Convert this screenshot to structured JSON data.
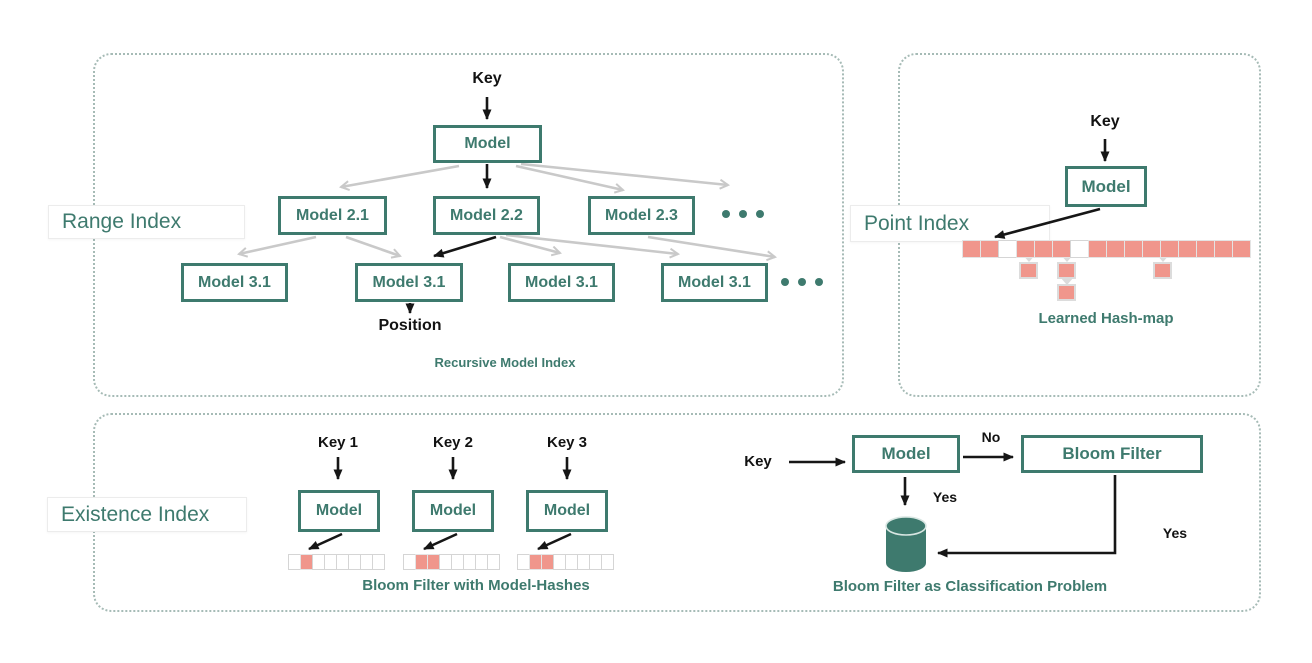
{
  "colors": {
    "teal": "#3E7A6E",
    "pink": "#F0968C",
    "gray_arrow": "#C9C9C9",
    "panel_border": "#A6BBB6",
    "black": "#121212"
  },
  "panels": {
    "range_index": {
      "label": "Range Index",
      "key": "Key",
      "root": "Model",
      "level2": [
        "Model 2.1",
        "Model 2.2",
        "Model 2.3"
      ],
      "level3": [
        "Model 3.1",
        "Model 3.1",
        "Model 3.1",
        "Model 3.1"
      ],
      "position": "Position",
      "caption": "Recursive Model Index"
    },
    "point_index": {
      "label": "Point Index",
      "key": "Key",
      "model": "Model",
      "caption": "Learned Hash-map",
      "hash_cells": [
        1,
        1,
        0,
        1,
        1,
        1,
        0,
        1,
        1,
        1,
        1,
        1,
        1,
        1,
        1,
        1
      ]
    },
    "existence_index": {
      "label": "Existence Index",
      "keys": [
        "Key 1",
        "Key 2",
        "Key 3"
      ],
      "model": "Model",
      "bloom_cells": [
        [
          0,
          1,
          0,
          0,
          0,
          0,
          0,
          0
        ],
        [
          0,
          1,
          1,
          0,
          0,
          0,
          0,
          0
        ],
        [
          0,
          1,
          1,
          0,
          0,
          0,
          0,
          0
        ]
      ],
      "caption": "Bloom Filter with Model-Hashes",
      "flow": {
        "key": "Key",
        "model": "Model",
        "bloom_filter": "Bloom Filter",
        "no": "No",
        "yes": "Yes",
        "caption": "Bloom Filter as Classification Problem"
      }
    }
  }
}
